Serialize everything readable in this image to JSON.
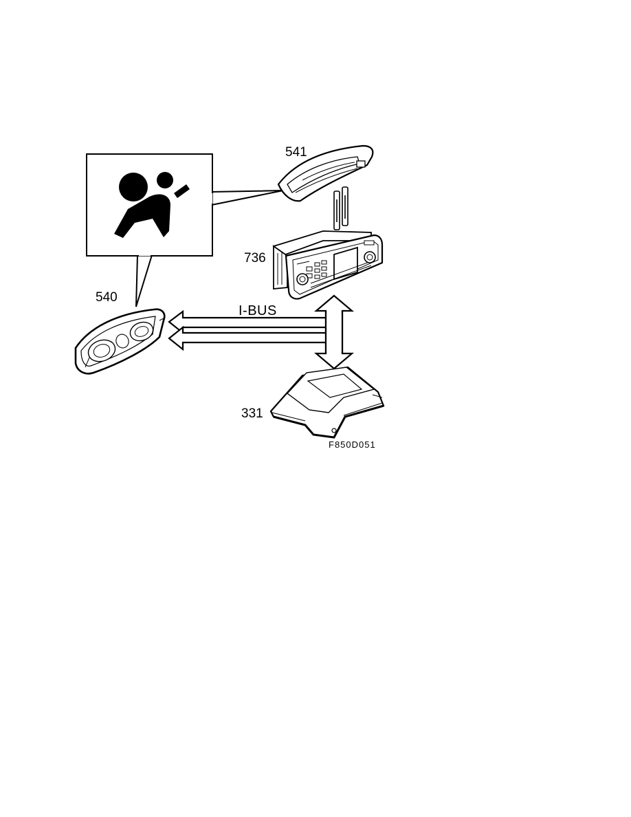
{
  "diagram": {
    "labels": {
      "instrument_panel": "540",
      "info_display": "541",
      "control_panel": "736",
      "srs_module": "331",
      "bus": "I-BUS",
      "figure_id": "F850D051"
    },
    "callout_icon": "airbag-warning-icon"
  }
}
